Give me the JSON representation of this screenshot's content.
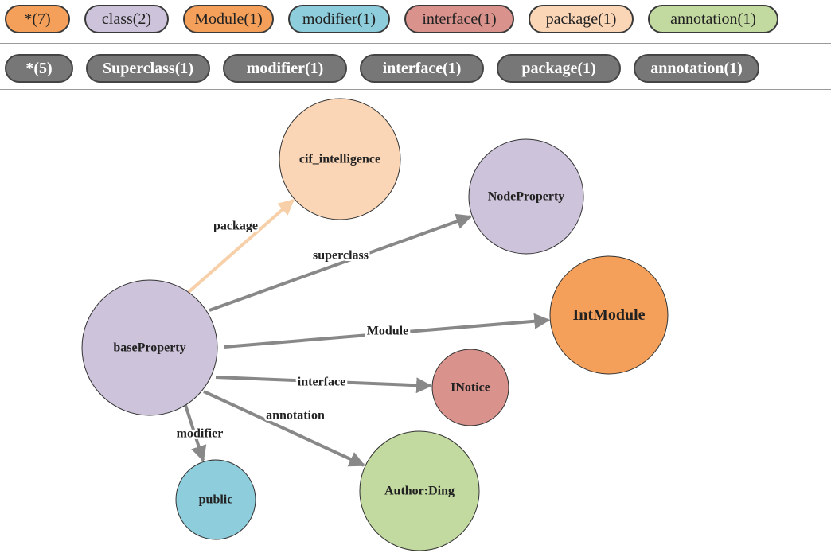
{
  "node_type_filters": [
    {
      "label": "*(7)",
      "color": "#f5a05a"
    },
    {
      "label": "class(2)",
      "color": "#cdc3db"
    },
    {
      "label": "Module(1)",
      "color": "#f5a05a"
    },
    {
      "label": "modifier(1)",
      "color": "#8ecedc"
    },
    {
      "label": "interface(1)",
      "color": "#d9928c"
    },
    {
      "label": "package(1)",
      "color": "#fad6b6"
    },
    {
      "label": "annotation(1)",
      "color": "#c2d9a0"
    }
  ],
  "edge_type_filters": [
    {
      "label": "*(5)"
    },
    {
      "label": "Superclass(1)"
    },
    {
      "label": "modifier(1)"
    },
    {
      "label": "interface(1)"
    },
    {
      "label": "package(1)"
    },
    {
      "label": "annotation(1)"
    }
  ],
  "graph": {
    "nodes": [
      {
        "id": "baseProperty",
        "label": "baseProperty",
        "color": "#cdc3db"
      },
      {
        "id": "cif_intelligence",
        "label": "cif_intelligence",
        "color": "#fad6b6"
      },
      {
        "id": "NodeProperty",
        "label": "NodeProperty",
        "color": "#cdc3db"
      },
      {
        "id": "IntModule",
        "label": "IntModule",
        "color": "#f5a05a"
      },
      {
        "id": "INotice",
        "label": "INotice",
        "color": "#d9928c"
      },
      {
        "id": "AuthorDing",
        "label": "Author:Ding",
        "color": "#c2d9a0"
      },
      {
        "id": "public",
        "label": "public",
        "color": "#8ecedc"
      }
    ],
    "edges": [
      {
        "from": "baseProperty",
        "to": "cif_intelligence",
        "label": "package",
        "color": "#f7cfa8"
      },
      {
        "from": "baseProperty",
        "to": "NodeProperty",
        "label": "superclass",
        "color": "#888888"
      },
      {
        "from": "baseProperty",
        "to": "IntModule",
        "label": "Module",
        "color": "#888888"
      },
      {
        "from": "baseProperty",
        "to": "INotice",
        "label": "interface",
        "color": "#888888"
      },
      {
        "from": "baseProperty",
        "to": "AuthorDing",
        "label": "annotation",
        "color": "#888888"
      },
      {
        "from": "baseProperty",
        "to": "public",
        "label": "modifier",
        "color": "#888888"
      }
    ]
  }
}
